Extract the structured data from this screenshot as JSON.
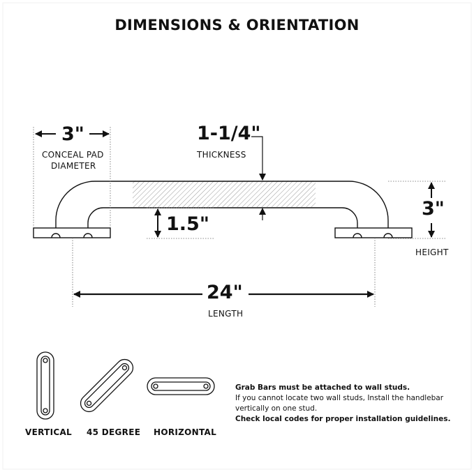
{
  "title": "DIMENSIONS & ORIENTATION",
  "dimensions": {
    "pad": {
      "value": "3\"",
      "label_line1": "CONCEAL PAD",
      "label_line2": "DIAMETER"
    },
    "thickness": {
      "value": "1-1/4\"",
      "label": "THICKNESS"
    },
    "clearance": {
      "value": "1.5\""
    },
    "height": {
      "value": "3\"",
      "label": "HEIGHT"
    },
    "length": {
      "value": "24\"",
      "label": "LENGTH"
    }
  },
  "orientations": [
    {
      "label": "VERTICAL",
      "icon": "vertical-bar-icon"
    },
    {
      "label": "45 DEGREE",
      "icon": "diagonal-bar-icon"
    },
    {
      "label": "HORIZONTAL",
      "icon": "horizontal-bar-icon"
    }
  ],
  "notes": {
    "line1": "Grab Bars must be attached to wall studs.",
    "line2": "If you cannot locate two wall studs, Install the handlebar",
    "line3": "vertically on one stud.",
    "line4": "Check local codes for proper installation guidelines."
  }
}
